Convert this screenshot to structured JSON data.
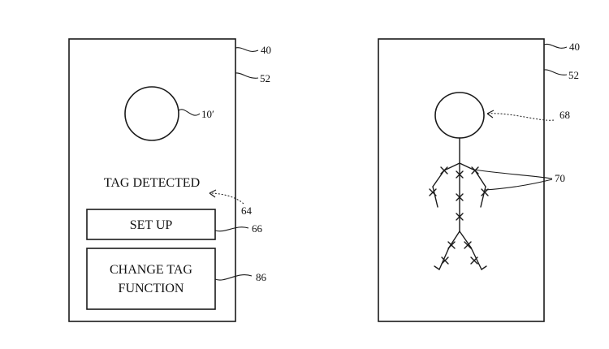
{
  "left_panel": {
    "ref_device": "40",
    "ref_screen": "52",
    "ref_tag": "10′",
    "status_text": "TAG DETECTED",
    "ref_status": "64",
    "setup_button_label": "SET UP",
    "ref_setup": "66",
    "change_button_line1": "CHANGE TAG",
    "change_button_line2": "FUNCTION",
    "ref_change": "86"
  },
  "right_panel": {
    "ref_device": "40",
    "ref_screen": "52",
    "ref_head": "68",
    "ref_joints": "70"
  }
}
